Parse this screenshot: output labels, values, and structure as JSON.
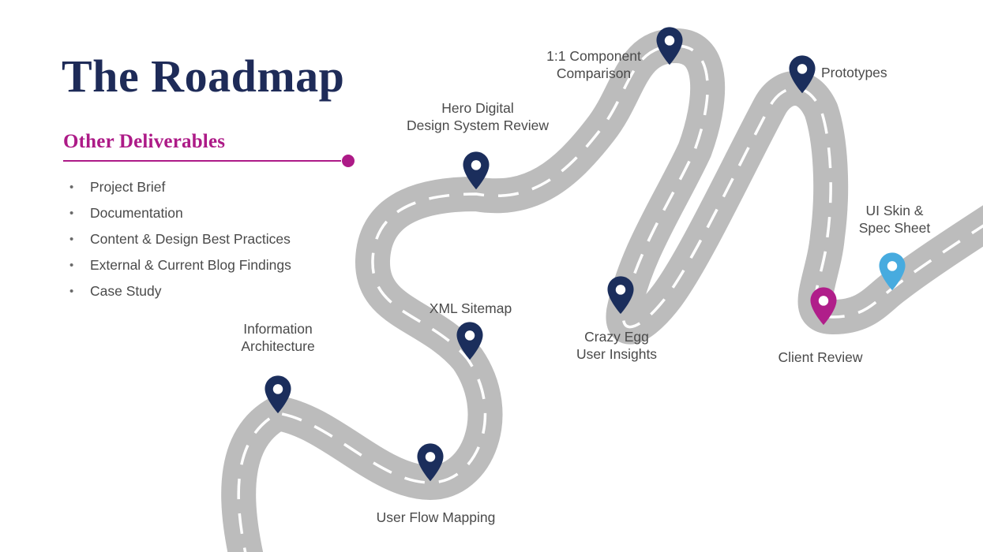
{
  "slide": {
    "title": "The Roadmap"
  },
  "deliverables": {
    "heading": "Other Deliverables",
    "bullet_char": "•",
    "items": [
      "Project Brief",
      "Documentation",
      "Content & Design Best Practices",
      "External & Current Blog Findings",
      "Case Study"
    ]
  },
  "milestones": [
    {
      "id": "information-architecture",
      "label": "Information\nArchitecture",
      "pin_color_name": "navy"
    },
    {
      "id": "user-flow-mapping",
      "label": "User Flow Mapping",
      "pin_color_name": "navy"
    },
    {
      "id": "xml-sitemap",
      "label": "XML Sitemap",
      "pin_color_name": "navy"
    },
    {
      "id": "hero-digital-design-system-review",
      "label": "Hero Digital\nDesign System Review",
      "pin_color_name": "navy"
    },
    {
      "id": "component-comparison",
      "label": "1:1 Component\nComparison",
      "pin_color_name": "navy"
    },
    {
      "id": "crazy-egg-user-insights",
      "label": "Crazy Egg\nUser Insights",
      "pin_color_name": "navy"
    },
    {
      "id": "prototypes",
      "label": "Prototypes",
      "pin_color_name": "navy"
    },
    {
      "id": "client-review",
      "label": "Client Review",
      "pin_color_name": "magenta"
    },
    {
      "id": "ui-skin-spec-sheet",
      "label": "UI Skin &\nSpec Sheet",
      "pin_color_name": "light_blue"
    }
  ],
  "colors": {
    "navy": "#1b2e5c",
    "magenta": "#b01e8a",
    "light_blue": "#47abdf",
    "title_navy": "#1e2b58",
    "heading_magenta": "#ad1a87",
    "road": "#bcbcbc",
    "road_dash": "#ffffff",
    "body_text": "#4a4a4a"
  }
}
